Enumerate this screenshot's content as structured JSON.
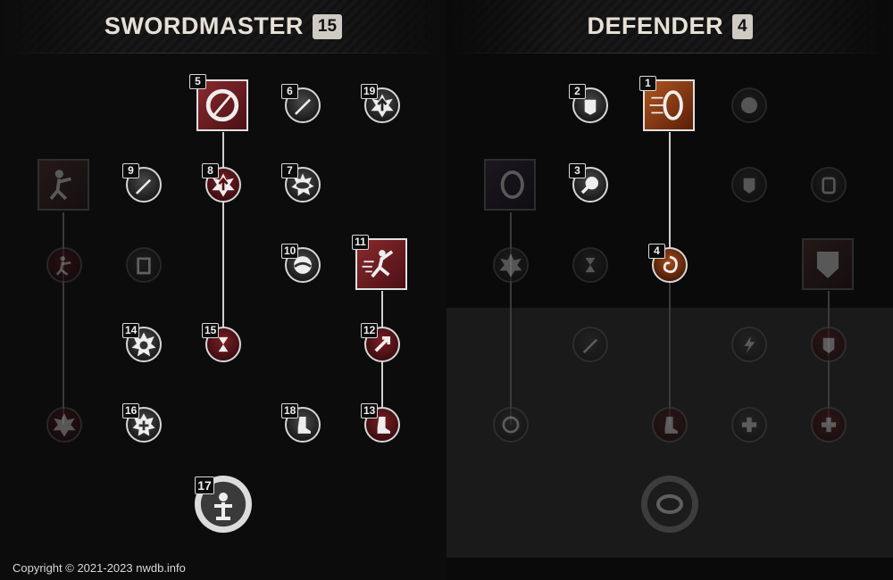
{
  "trees": [
    {
      "title": "SWORDMASTER",
      "points": "15"
    },
    {
      "title": "DEFENDER",
      "points": "4"
    }
  ],
  "badges": {
    "s1": "5",
    "s2": "6",
    "s3": "19",
    "s4": "9",
    "s5": "8",
    "s6": "7",
    "s7": "10",
    "s8": "11",
    "s9": "14",
    "s10": "15",
    "s11": "12",
    "s12": "16",
    "s13": "18",
    "s14": "13",
    "s15": "17",
    "d1": "2",
    "d2": "1",
    "d3": "3",
    "d4": "4"
  },
  "icons": {
    "slash": "sword-slash-icon",
    "sword": "sword-icon",
    "arrow_up": "arrow-up-burst-icon",
    "arrow_down_hourglass": "hourglass-down-icon",
    "runner": "runner-icon",
    "shield": "shield-icon",
    "swirl": "swirl-icon",
    "hourglass": "hourglass-icon",
    "boot": "boot-icon",
    "cross": "medical-cross-icon",
    "burst": "burst-icon",
    "heroic": "heroic-pose-icon",
    "shield_bash": "shield-bash-icon",
    "lightning": "lightning-icon",
    "globe": "globe-icon"
  },
  "footer": "Copyright © 2021-2023 nwdb.info"
}
